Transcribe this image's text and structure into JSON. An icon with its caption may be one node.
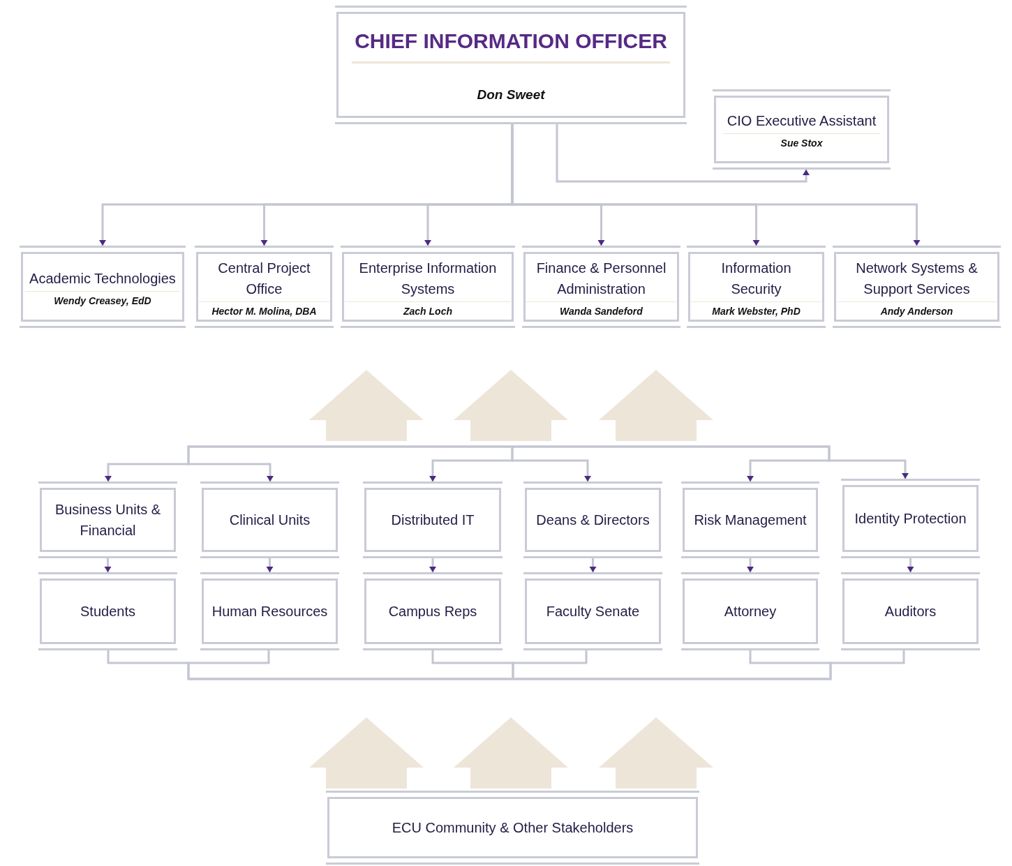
{
  "diagram": {
    "nodes": [
      {
        "text": [
          "CHIEF INFORMATION OFFICER",
          "Don Sweet"
        ]
      },
      {
        "text": [
          "CIO Executive Assistant",
          "Sue Stox"
        ]
      },
      {
        "text": [
          "Academic Technologies",
          "Wendy Creasey, EdD"
        ]
      },
      {
        "text": [
          "Central Project Office",
          "Hector M. Molina, DBA"
        ]
      },
      {
        "text": [
          "Enterprise Information Systems",
          "Zach Loch"
        ]
      },
      {
        "text": [
          "Finance & Personnel Administration",
          "Wanda Sandeford"
        ]
      },
      {
        "text": [
          "Information Security",
          "Mark Webster, PhD"
        ]
      },
      {
        "text": [
          "Network Systems & Support Services",
          "Andy Anderson"
        ]
      },
      {
        "text": [
          "Business Units & Financial"
        ]
      },
      {
        "text": [
          "Clinical Units"
        ]
      },
      {
        "text": [
          "Distributed IT"
        ]
      },
      {
        "text": [
          "Deans & Directors"
        ]
      },
      {
        "text": [
          "Risk Management"
        ]
      },
      {
        "text": [
          "Identity Protection"
        ]
      },
      {
        "text": [
          "Students"
        ]
      },
      {
        "text": [
          "Human Resources"
        ]
      },
      {
        "text": [
          "Campus Reps"
        ]
      },
      {
        "text": [
          "Faculty Senate"
        ]
      },
      {
        "text": [
          "Attorney"
        ]
      },
      {
        "text": [
          "Auditors"
        ]
      },
      {
        "text": [
          "ECU Community & Other Stakeholders"
        ]
      }
    ],
    "edges": [
      {
        "from": 0,
        "to": 1,
        "arrow": "to"
      },
      {
        "from": 0,
        "to": 2,
        "arrow": "to"
      },
      {
        "from": 0,
        "to": 3,
        "arrow": "to"
      },
      {
        "from": 0,
        "to": 4,
        "arrow": "to"
      },
      {
        "from": 0,
        "to": 5,
        "arrow": "to"
      },
      {
        "from": 0,
        "to": 6,
        "arrow": "to"
      },
      {
        "from": 0,
        "to": 7,
        "arrow": "to"
      },
      {
        "from": null,
        "to": 8,
        "arrow": "to"
      },
      {
        "from": null,
        "to": 9,
        "arrow": "to"
      },
      {
        "from": null,
        "to": 10,
        "arrow": "to"
      },
      {
        "from": null,
        "to": 11,
        "arrow": "to"
      },
      {
        "from": null,
        "to": 12,
        "arrow": "to"
      },
      {
        "from": null,
        "to": 13,
        "arrow": "to"
      },
      {
        "from": 8,
        "to": 14,
        "arrow": "to"
      },
      {
        "from": 9,
        "to": 15,
        "arrow": "to"
      },
      {
        "from": 10,
        "to": 16,
        "arrow": "to"
      },
      {
        "from": 11,
        "to": 17,
        "arrow": "to"
      },
      {
        "from": 12,
        "to": 18,
        "arrow": "to"
      },
      {
        "from": 13,
        "to": 19,
        "arrow": "to"
      },
      {
        "from": 14,
        "to": null,
        "arrow": "none"
      },
      {
        "from": 15,
        "to": null,
        "arrow": "none"
      },
      {
        "from": 16,
        "to": null,
        "arrow": "none"
      },
      {
        "from": 17,
        "to": null,
        "arrow": "none"
      },
      {
        "from": 18,
        "to": null,
        "arrow": "none"
      },
      {
        "from": 19,
        "to": null,
        "arrow": "none"
      }
    ]
  }
}
